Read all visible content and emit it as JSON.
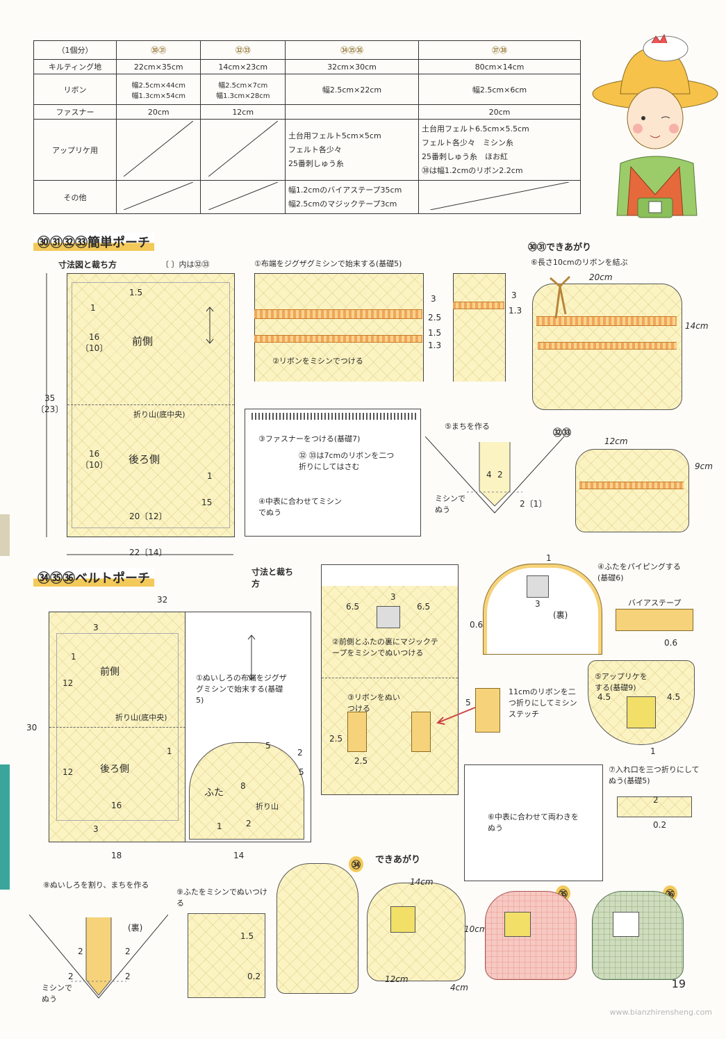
{
  "table": {
    "header": [
      "（1個分）",
      "㉚㉛",
      "㉜㉝",
      "㉞㉟㊱",
      "㊲㊳"
    ],
    "rows": [
      {
        "label": "キルティング地",
        "cells": [
          "22cm×35cm",
          "14cm×23cm",
          "32cm×30cm",
          "80cm×14cm"
        ]
      },
      {
        "label": "リボン",
        "cells": [
          "幅2.5cm×44cm\n幅1.3cm×54cm",
          "幅2.5cm×7cm\n幅1.3cm×28cm",
          "幅2.5cm×22cm",
          "幅2.5cm×6cm"
        ]
      },
      {
        "label": "ファスナー",
        "cells": [
          "20cm",
          "12cm",
          "",
          "20cm"
        ]
      },
      {
        "label": "アップリケ用",
        "cells": [
          "",
          "",
          "土台用フェルト5cm×5cm\nフェルト各少々\n25番刺しゅう糸",
          "土台用フェルト6.5cm×5.5cm\nフェルト各少々　ミシン糸\n25番刺しゅう糸　ほお紅\n㊳は幅1.2cmのリボン2.2cm"
        ]
      },
      {
        "label": "その他",
        "cells": [
          "",
          "",
          "幅1.2cmのバイアステープ35cm\n幅2.5cmのマジックテープ3cm",
          ""
        ]
      }
    ]
  },
  "section1": {
    "title": "㉚㉛㉜㉝簡単ポーチ",
    "pattern_title": "寸法図と裁ち方",
    "pattern_note": "〔 〕内は㉜㉝",
    "front": "前側",
    "back": "後ろ側",
    "fold": "折り山(底中央)",
    "dims": {
      "seam1": "1.5",
      "one": "1",
      "h16a": "16\n〔10〕",
      "h16b": "16\n〔10〕",
      "h35": "35\n〔23〕",
      "w20": "20〔12〕",
      "w22": "22〔14〕",
      "r1": "1",
      "s15": "15"
    },
    "step1": "①布端をジグザグミシンで始末する(基礎5)",
    "step2": "②リボンをミシンでつける",
    "step1_dims": [
      "3",
      "2.5",
      "1.5",
      "1.3",
      "3",
      "1.3"
    ],
    "step3": "③ファスナーをつける(基礎7)",
    "step3_note": "㉜ ㉝は7cmのリボンを二つ折りにしてはさむ",
    "step4": "④中表に合わせてミシンでぬう",
    "step5": "⑤まちを作る",
    "step5_dims": [
      "4",
      "2",
      "2〔1〕"
    ],
    "step5_note": "ミシンでぬう",
    "done1": "㉚㉛できあがり",
    "done1_note": "⑥長さ10cmのリボンを結ぶ",
    "done1_w": "20cm",
    "done1_h": "14cm",
    "done2": "㉜㉝",
    "done2_w": "12cm",
    "done2_h": "9cm"
  },
  "section2": {
    "title": "㉞㉟㊱ベルトポーチ",
    "pattern_title": "寸法と裁ち方",
    "front": "前側",
    "back": "後ろ側",
    "fold": "折り山(底中央)",
    "flap": "ふた",
    "flap_fold": "折り山",
    "dims": {
      "w32": "32",
      "h30": "30",
      "s3a": "3",
      "one1": "1",
      "h12a": "12",
      "h12b": "12",
      "w16": "16",
      "s3b": "3",
      "w18": "18",
      "w14": "14",
      "f5": "5",
      "f2": "2",
      "f5b": "5",
      "f8": "8",
      "f1": "1",
      "f2b": "2",
      "one2": "1"
    },
    "step1": "①ぬいしろの布端をジグザグミシンで始末する(基礎5)",
    "step2": "②前側とふたの裏にマジックテープをミシンでぬいつける",
    "step2_dims": [
      "6.5",
      "3",
      "6.5"
    ],
    "step3": "③リボンをぬいつける",
    "step3_dims": [
      "2.5",
      "2.5",
      "5"
    ],
    "step3_note": "11cmのリボンを二つ折りにしてミシンステッチ",
    "step4": "④ふたをパイピングする(基礎6)",
    "step4_label": "バイアステープ",
    "step4_dims": [
      "1",
      "3",
      "0.6",
      "0.6"
    ],
    "step4_back": "(裏)",
    "step5": "⑤アップリケをする(基礎9)",
    "step5_dims": [
      "4.5",
      "4.5",
      "1"
    ],
    "step6": "⑥中表に合わせて両わきをぬう",
    "step7": "⑦入れ口を三つ折りにしてぬう(基礎5)",
    "step7_dims": [
      "2",
      "0.2"
    ],
    "step8": "⑧ぬいしろを割り、まちを作る",
    "step8_dims": [
      "2",
      "2",
      "2",
      "2"
    ],
    "step8_back": "(裏)",
    "step8_note": "ミシンでぬう",
    "step9": "⑨ふたをミシンでぬいつける",
    "step9_dims": [
      "1.5",
      "0.2"
    ],
    "done": "できあがり",
    "done_labels": [
      "㉞",
      "㉟",
      "㊱"
    ],
    "done_w": "14cm",
    "done_h": "10cm",
    "done_b": "12cm",
    "done_d": "4cm"
  },
  "page_number": "19",
  "watermark": "www.bianzhirensheng.com"
}
